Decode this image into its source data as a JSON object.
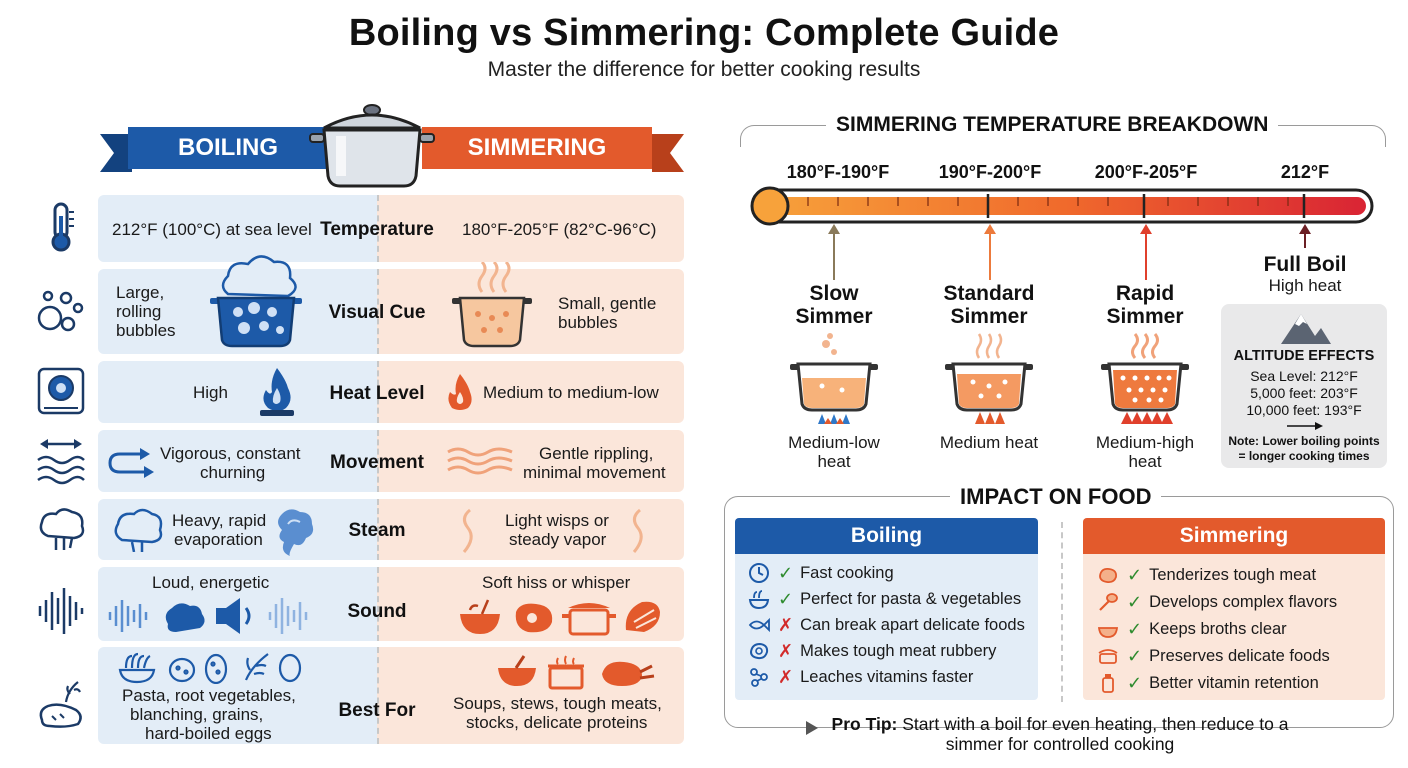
{
  "header": {
    "title": "Boiling vs Simmering: Complete Guide",
    "subtitle": "Master the difference for better cooking results"
  },
  "banners": {
    "boiling": "BOILING",
    "simmering": "SIMMERING"
  },
  "rows": [
    {
      "label": "Temperature",
      "left": "212°F (100°C) at sea level",
      "right": "180°F-205°F (82°C-96°C)"
    },
    {
      "label": "Visual Cue",
      "left": [
        "Large,",
        "rolling",
        "bubbles"
      ],
      "right": [
        "Small, gentle",
        "bubbles"
      ]
    },
    {
      "label": "Heat Level",
      "left": "High",
      "right": "Medium to medium-low"
    },
    {
      "label": "Movement",
      "left": [
        "Vigorous, constant",
        "churning"
      ],
      "right": [
        "Gentle rippling,",
        "minimal movement"
      ]
    },
    {
      "label": "Steam",
      "left": [
        "Heavy, rapid",
        "evaporation"
      ],
      "right": [
        "Light wisps or",
        "steady vapor"
      ]
    },
    {
      "label": "Sound",
      "left": "Loud, energetic",
      "right": "Soft hiss or whisper"
    },
    {
      "label": "Best For",
      "left": [
        "Pasta, root vegetables,",
        "blanching, grains,",
        "hard-boiled eggs"
      ],
      "right": [
        "Soups, stews, tough meats,",
        "stocks, delicate proteins"
      ]
    }
  ],
  "breakdown": {
    "title": "SIMMERING TEMPERATURE BREAKDOWN",
    "ranges": [
      "180°F-190°F",
      "190°F-200°F",
      "200°F-205°F",
      "212°F"
    ],
    "levels": [
      {
        "name": [
          "Slow",
          "Simmer"
        ],
        "heat": [
          "Medium-low",
          "heat"
        ]
      },
      {
        "name": [
          "Standard",
          "Simmer"
        ],
        "heat": [
          "Medium heat"
        ]
      },
      {
        "name": [
          "Rapid",
          "Simmer"
        ],
        "heat": [
          "Medium-high",
          "heat"
        ]
      }
    ],
    "full_boil": {
      "name": "Full Boil",
      "heat": "High heat"
    },
    "altitude": {
      "title": "ALTITUDE EFFECTS",
      "lines": [
        "Sea Level: 212°F",
        "5,000 feet: 203°F",
        "10,000 feet: 193°F"
      ],
      "note": [
        "Note: Lower boiling points",
        "= longer cooking times"
      ]
    }
  },
  "impact": {
    "title": "IMPACT ON FOOD",
    "boiling": {
      "heading": "Boiling",
      "items": [
        {
          "ok": true,
          "text": "Fast cooking"
        },
        {
          "ok": true,
          "text": "Perfect for pasta & vegetables"
        },
        {
          "ok": false,
          "text": "Can break apart delicate foods"
        },
        {
          "ok": false,
          "text": "Makes tough meat rubbery"
        },
        {
          "ok": false,
          "text": "Leaches vitamins faster"
        }
      ]
    },
    "simmering": {
      "heading": "Simmering",
      "items": [
        {
          "ok": true,
          "text": "Tenderizes tough meat"
        },
        {
          "ok": true,
          "text": "Develops complex flavors"
        },
        {
          "ok": true,
          "text": "Keeps broths clear"
        },
        {
          "ok": true,
          "text": "Preserves delicate foods"
        },
        {
          "ok": true,
          "text": "Better vitamin retention"
        }
      ]
    }
  },
  "pro_tip": {
    "label": "Pro Tip:",
    "text": "Start with a boil for even heating, then reduce to a",
    "text2": "simmer for controlled cooking"
  },
  "colors": {
    "boil": "#1d5aa8",
    "simmer": "#e35a2c",
    "boil_bg": "#e3edf7",
    "simmer_bg": "#fbe6da"
  }
}
